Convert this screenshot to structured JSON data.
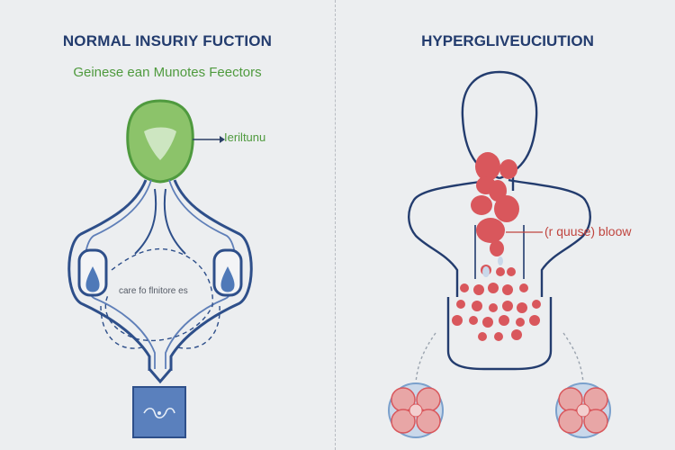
{
  "left_panel": {
    "title": "NORMAL INSURIY FUCTION",
    "subtitle": "Geinese ean Munotes Feectors",
    "gland_label": "Ieriltunu",
    "center_label": "care fo flnitore es"
  },
  "right_panel": {
    "title": "HYPERGLIVEUCIUTION",
    "blood_label": "(r quuse) bloow"
  },
  "colors": {
    "navy": "#233c6e",
    "green": "#4f9a3e",
    "red": "#c0453f",
    "blob": "#d9575c",
    "blue_fill": "#4f79b8"
  }
}
